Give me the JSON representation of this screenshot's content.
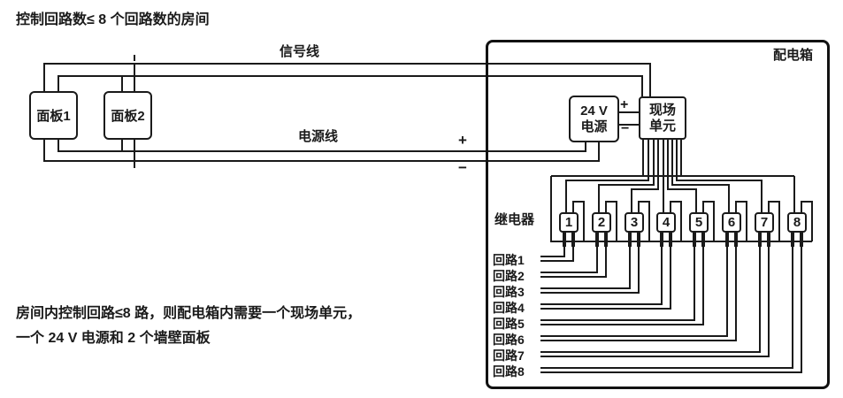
{
  "title": "控制回路数≤ 8 个回路数的房间",
  "notes": {
    "line1": "房间内控制回路≤8 路，则配电箱内需要一个现场单元，",
    "line2": "一个 24 V 电源和 2 个墙壁面板"
  },
  "labels": {
    "signal_line": "信号线",
    "power_line": "电源线",
    "distribution_box": "配电箱",
    "relay_group": "继电器",
    "bus_plus": "+",
    "bus_minus": "−",
    "unit_plus": "+",
    "unit_minus": "−"
  },
  "panels": [
    {
      "label": "面板1"
    },
    {
      "label": "面板2"
    }
  ],
  "power_supply": {
    "line1": "24 V",
    "line2": "电源"
  },
  "field_unit": {
    "line1": "现场",
    "line2": "单元"
  },
  "relays": [
    {
      "label": "1"
    },
    {
      "label": "2"
    },
    {
      "label": "3"
    },
    {
      "label": "4"
    },
    {
      "label": "5"
    },
    {
      "label": "6"
    },
    {
      "label": "7"
    },
    {
      "label": "8"
    }
  ],
  "circuits": [
    {
      "label": "回路1"
    },
    {
      "label": "回路2"
    },
    {
      "label": "回路3"
    },
    {
      "label": "回路4"
    },
    {
      "label": "回路5"
    },
    {
      "label": "回路6"
    },
    {
      "label": "回路7"
    },
    {
      "label": "回路8"
    }
  ],
  "colors": {
    "wire": "#1a1a1a",
    "background": "#ffffff"
  }
}
